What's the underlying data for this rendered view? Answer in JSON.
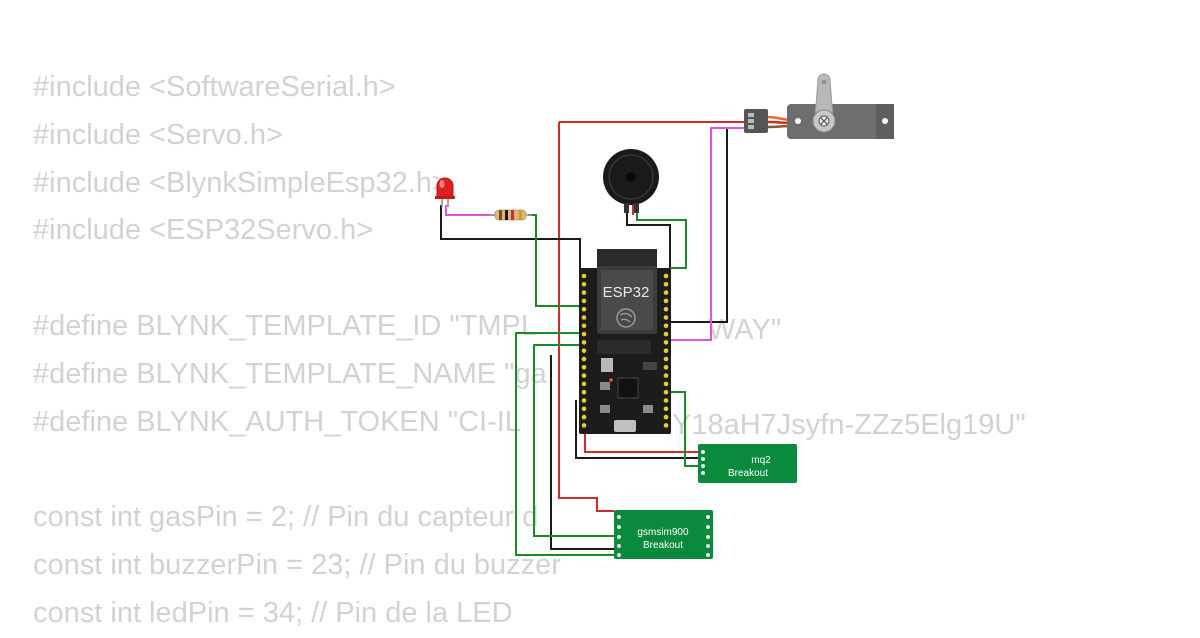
{
  "code_lines": [
    "#include <SoftwareSerial.h>",
    "#include <Servo.h>",
    "#include <BlynkSimpleEsp32.h>",
    "#include <ESP32Servo.h>",
    "",
    "#define BLYNK_TEMPLATE_ID \"TMPL",
    "#define BLYNK_TEMPLATE_NAME \"ga",
    "#define BLYNK_AUTH_TOKEN \"CI-IL",
    "",
    "const int gasPin = 2; // Pin du capteur d",
    "const int buzzerPin = 23; // Pin du buzzer",
    "const int ledPin = 34; // Pin de la LED"
  ],
  "code_fragments": {
    "template_id_tail": "WAY\"",
    "auth_token_tail": "Y18aH7Jsyfn-ZZz5Elg19U\""
  },
  "components": {
    "esp32_label": "ESP32",
    "mq2_label_line1": "mq2",
    "mq2_label_line2": "Breakout",
    "gsm_label_line1": "gsmsim900",
    "gsm_label_line2": "Breakout"
  },
  "colors": {
    "code_text": "#d2d2d2",
    "wire_red": "#d42a2a",
    "wire_black": "#1a1a1a",
    "wire_green": "#1a8a2a",
    "wire_magenta": "#e055e0",
    "breakout_board": "#0a8a3c",
    "esp32_board": "#1c1c1c",
    "header_pins": "#e8d020"
  },
  "icons": [
    "esp32-board",
    "servo-motor",
    "piezo-buzzer",
    "red-led",
    "resistor",
    "mq2-breakout",
    "gsm-breakout"
  ]
}
